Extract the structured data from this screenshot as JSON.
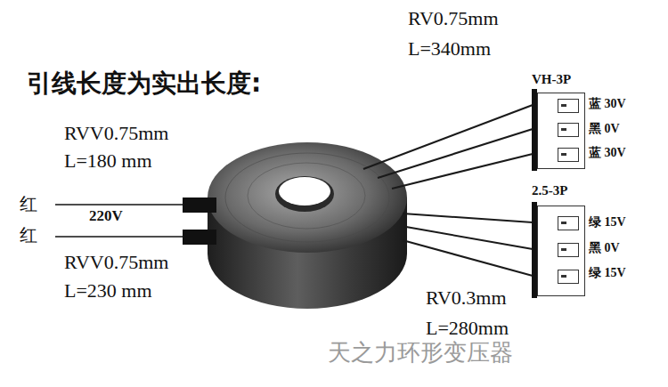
{
  "diagram": {
    "nodes": [
      {
        "text": [
          "VH-3P"
        ]
      },
      {
        "text": [
          "2.5-3P"
        ]
      }
    ],
    "labels": [
      "引线长度为实出长度:",
      "RVV0.75mm",
      "L=180 mm",
      "红",
      "220V",
      "红",
      "RVV0.75mm",
      "L=230 mm",
      "RV0.75mm",
      "L=340mm",
      "蓝 30V",
      "黑 0V",
      "蓝 30V",
      "绿 15V",
      "黑 0V",
      "绿 15V",
      "RV0.3mm",
      "L=280mm",
      "天之力环形变压器"
    ]
  }
}
